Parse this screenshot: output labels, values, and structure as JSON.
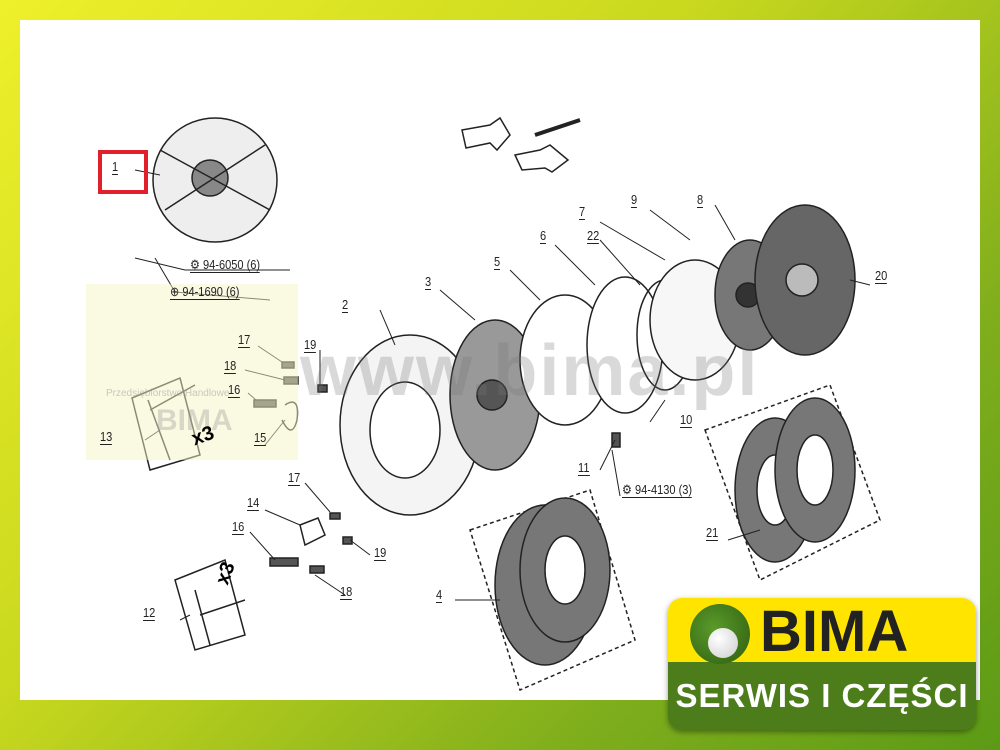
{
  "diagram": {
    "callouts": [
      {
        "id": "c1",
        "text": "1"
      },
      {
        "id": "c2",
        "text": "2"
      },
      {
        "id": "c3",
        "text": "3"
      },
      {
        "id": "c4",
        "text": "4"
      },
      {
        "id": "c5",
        "text": "5"
      },
      {
        "id": "c6",
        "text": "6"
      },
      {
        "id": "c7",
        "text": "7"
      },
      {
        "id": "c8",
        "text": "8"
      },
      {
        "id": "c9",
        "text": "9"
      },
      {
        "id": "c10",
        "text": "10"
      },
      {
        "id": "c11",
        "text": "11"
      },
      {
        "id": "c12",
        "text": "12"
      },
      {
        "id": "c13",
        "text": "13"
      },
      {
        "id": "c14",
        "text": "14"
      },
      {
        "id": "c15",
        "text": "15"
      },
      {
        "id": "c16a",
        "text": "16"
      },
      {
        "id": "c16b",
        "text": "16"
      },
      {
        "id": "c17a",
        "text": "17"
      },
      {
        "id": "c17b",
        "text": "17"
      },
      {
        "id": "c18a",
        "text": "18"
      },
      {
        "id": "c18b",
        "text": "18"
      },
      {
        "id": "c19a",
        "text": "19"
      },
      {
        "id": "c19b",
        "text": "19"
      },
      {
        "id": "c20",
        "text": "20"
      },
      {
        "id": "c21",
        "text": "21"
      },
      {
        "id": "c22",
        "text": "22"
      }
    ],
    "part_refs": [
      "⚙ 94-6050 (6)",
      "⊕ 94-1690 (6)",
      "⚙ 94-4130 (3)"
    ],
    "multipliers": [
      "x3",
      "x3"
    ],
    "highlight_color": "#e0202a"
  },
  "watermark": {
    "url": "www.bima.pl",
    "company": "Przedsiębiorstwo Handlowe",
    "brand": "BIMA"
  },
  "logo": {
    "name": "BIMA",
    "tagline": "SERWIS I CZĘŚCI"
  }
}
